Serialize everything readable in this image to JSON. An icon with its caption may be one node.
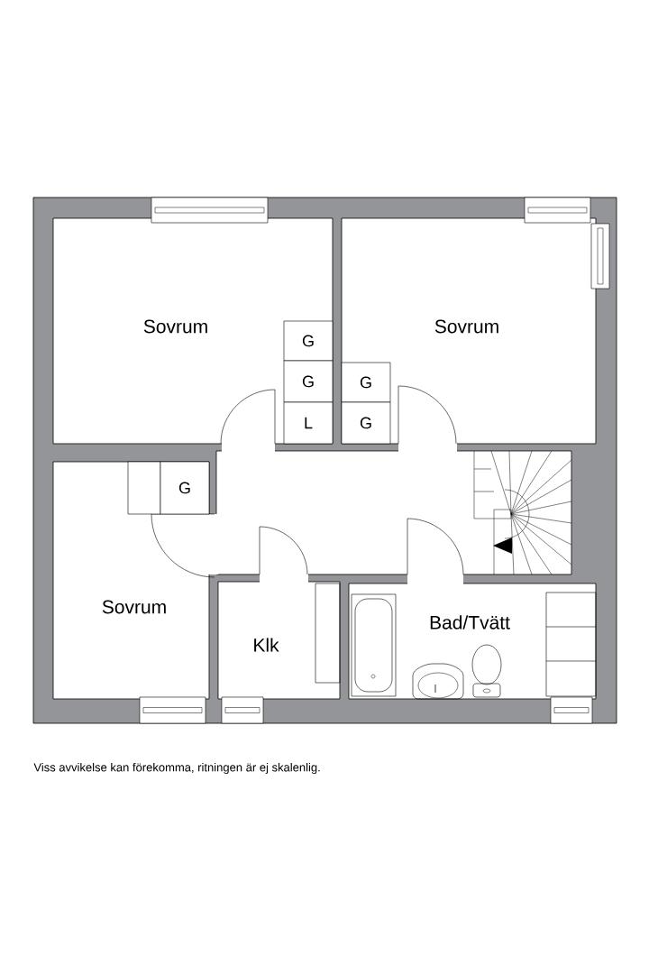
{
  "diagram": {
    "caption": "Viss avvikelse kan förekomma, ritningen är ej skalenlig.",
    "nodes": [
      {
        "text": [
          "Sovrum"
        ]
      },
      {
        "text": [
          "G"
        ],
        "in": 0
      },
      {
        "text": [
          "G"
        ],
        "in": 0
      },
      {
        "text": [
          "L"
        ],
        "in": 0
      },
      {
        "text": [
          "Sovrum"
        ]
      },
      {
        "text": [
          "G"
        ],
        "in": 4
      },
      {
        "text": [
          "G"
        ],
        "in": 4
      },
      {
        "text": [
          "Sovrum"
        ]
      },
      {
        "text": [],
        "shape": "box",
        "in": 7
      },
      {
        "text": [
          "G"
        ],
        "in": 7
      },
      {
        "text": [
          "Klk"
        ]
      },
      {
        "text": [
          "Bad/Tvätt"
        ]
      }
    ]
  }
}
